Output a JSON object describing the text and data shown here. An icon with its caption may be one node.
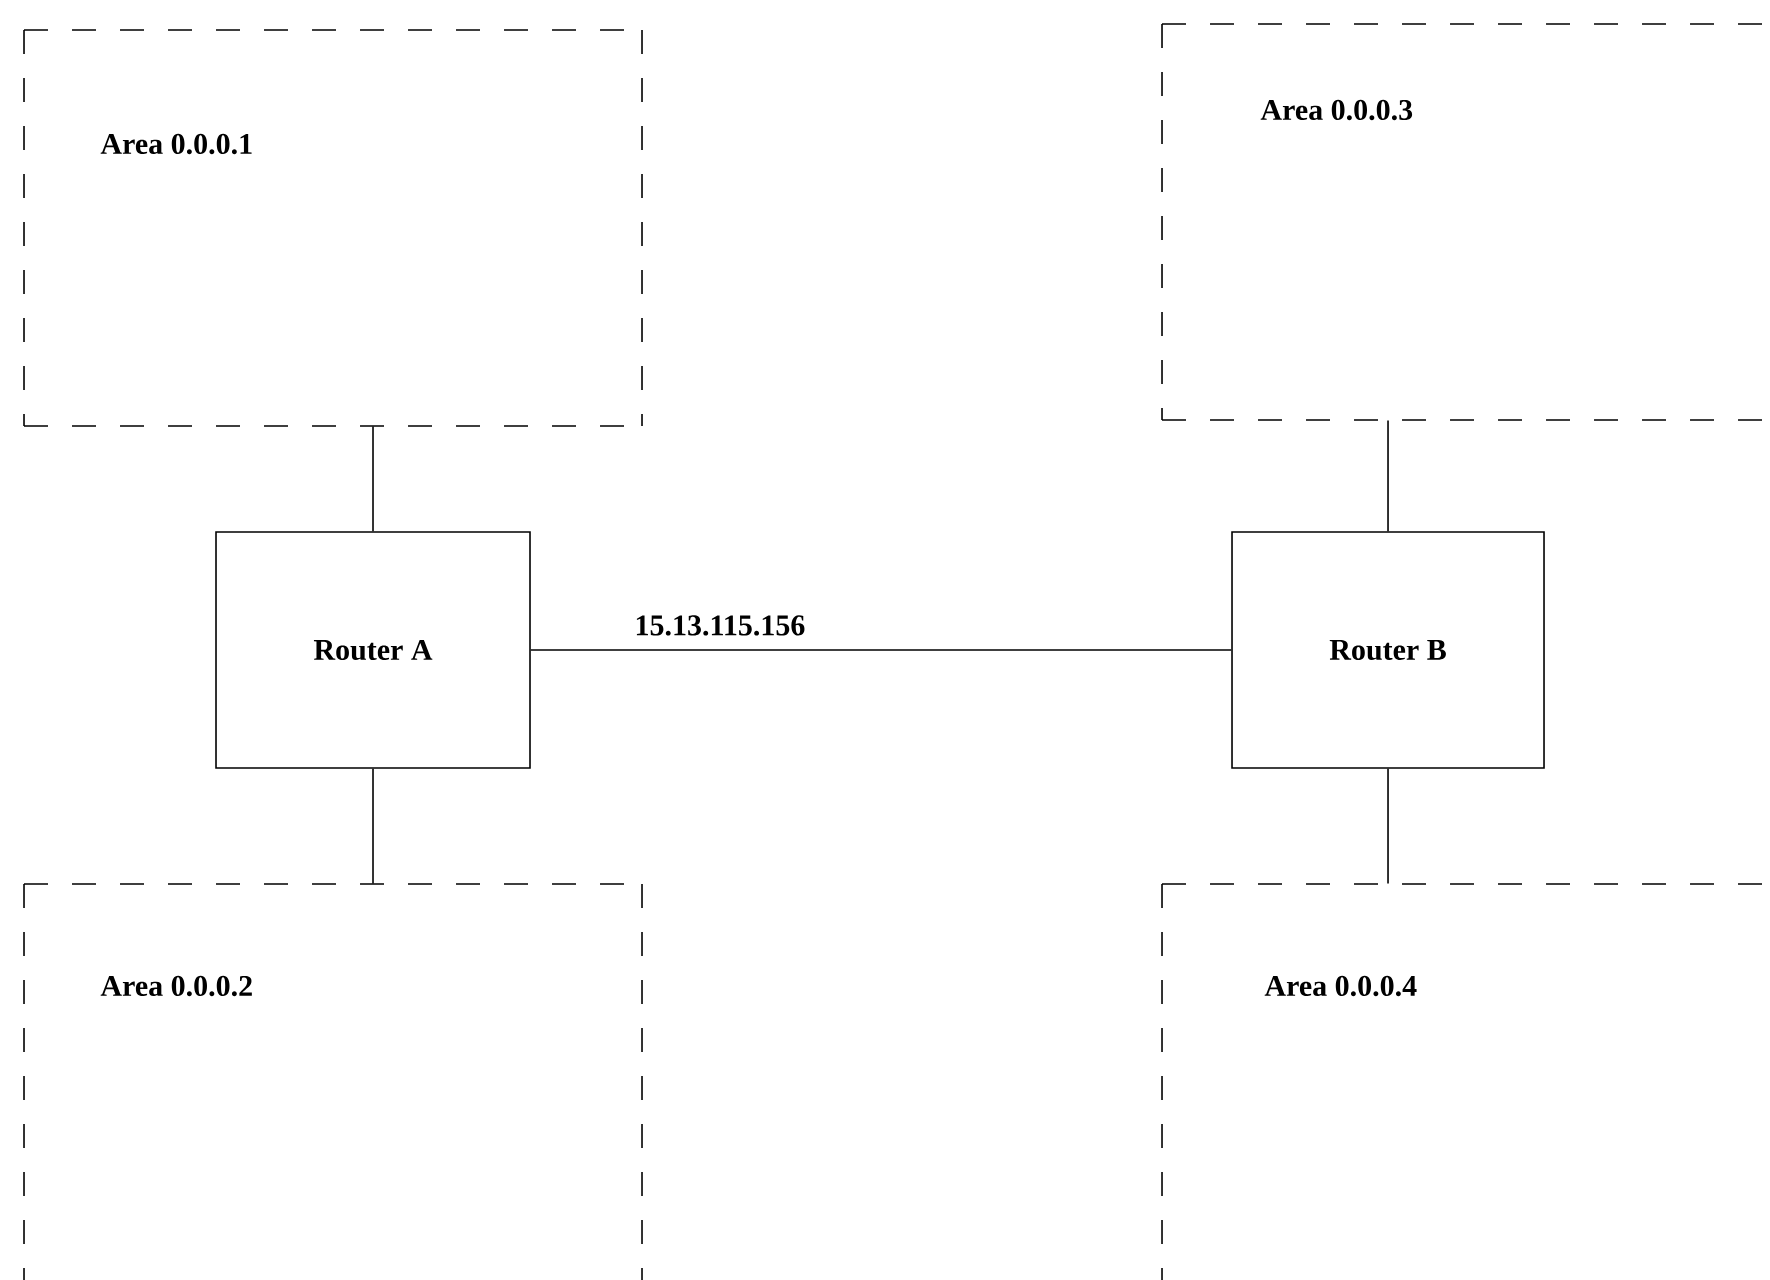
{
  "diagram": {
    "nodes": [
      {
        "text": [
          "Area 0.0.0.1"
        ]
      },
      {
        "text": [
          "Area 0.0.0.3"
        ]
      },
      {
        "text": [
          "Router A"
        ]
      },
      {
        "text": [
          "Router B"
        ]
      },
      {
        "text": [
          "Area 0.0.0.2"
        ]
      },
      {
        "text": [
          "Area 0.0.0.4"
        ]
      }
    ],
    "edges": [
      {
        "from": 0,
        "to": 2,
        "arrow": "none"
      },
      {
        "from": 1,
        "to": 3,
        "arrow": "none"
      },
      {
        "from": 2,
        "to": 3,
        "arrow": "none",
        "label": "15.13.115.156"
      },
      {
        "from": 2,
        "to": 4,
        "arrow": "none"
      },
      {
        "from": 3,
        "to": 5,
        "arrow": "none"
      }
    ]
  }
}
